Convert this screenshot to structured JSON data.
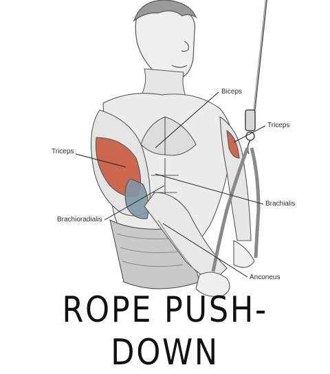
{
  "title": "ROPE PUSH-DOWN",
  "labels": {
    "biceps": "Biceps",
    "triceps_right": "Triceps",
    "triceps_left": "Triceps",
    "brachialis": "Brachialis",
    "brachioradialis": "Brachioradialis",
    "anconeus": "Anconeus"
  },
  "colors": {
    "highlight_muscle": "#c95a3e",
    "highlight_secondary": "#7f97a6",
    "sketch_line": "#555555",
    "leader_line": "#222222"
  }
}
